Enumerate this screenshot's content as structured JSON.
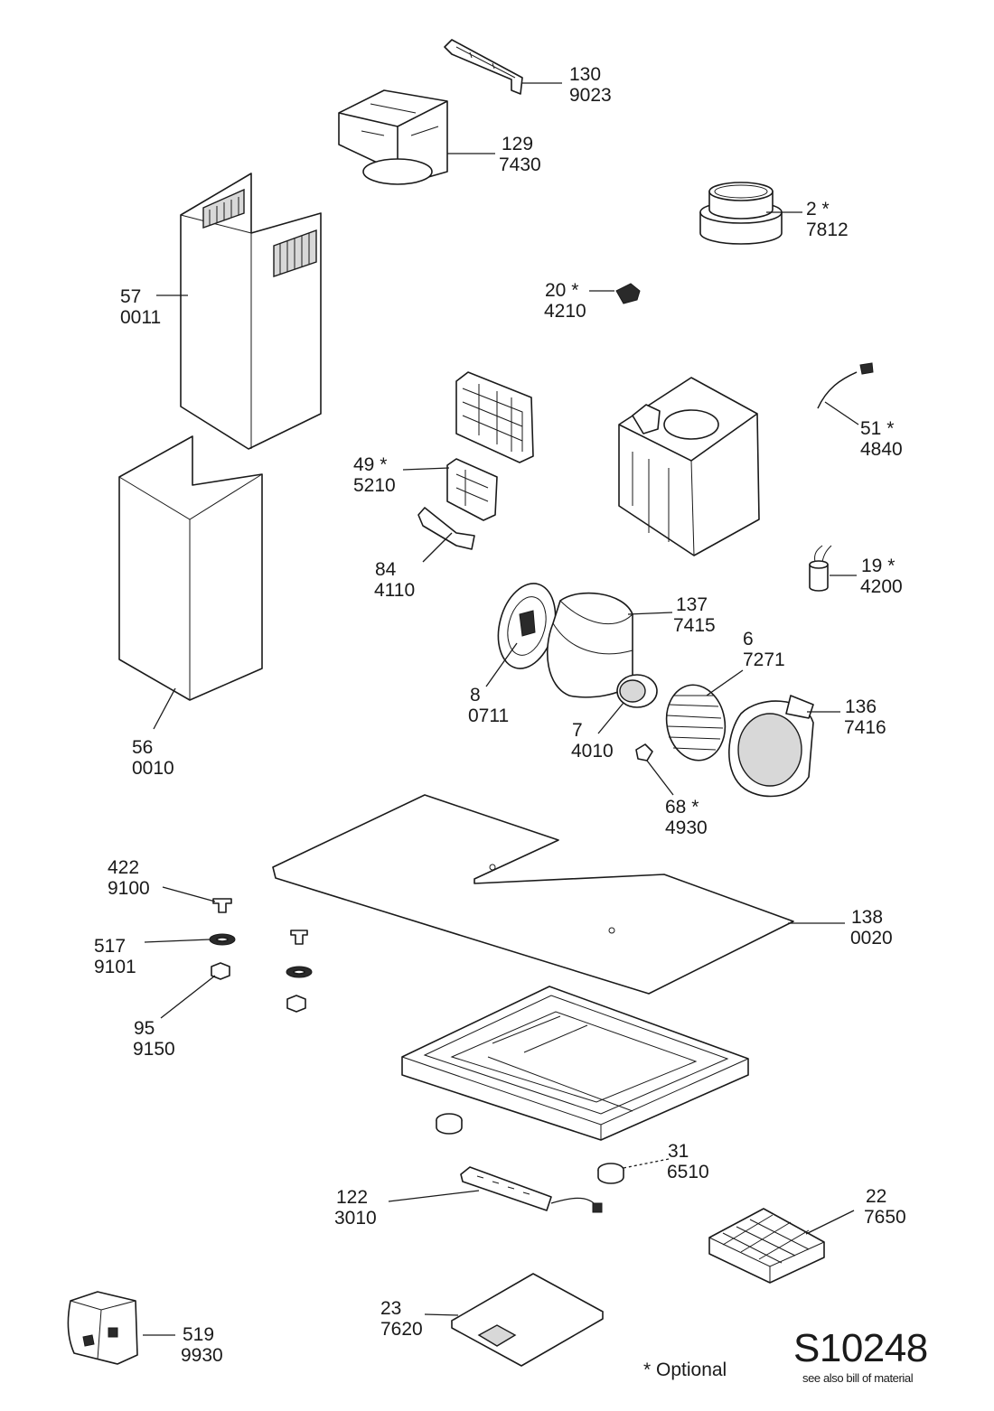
{
  "parts": [
    {
      "pos": "130",
      "code": "9023"
    },
    {
      "pos": "129",
      "code": "7430"
    },
    {
      "pos": "2 *",
      "code": "7812"
    },
    {
      "pos": "57",
      "code": "0011"
    },
    {
      "pos": "20 *",
      "code": "4210"
    },
    {
      "pos": "51 *",
      "code": "4840"
    },
    {
      "pos": "49 *",
      "code": "5210"
    },
    {
      "pos": "84",
      "code": "4110"
    },
    {
      "pos": "19 *",
      "code": "4200"
    },
    {
      "pos": "137",
      "code": "7415"
    },
    {
      "pos": "6",
      "code": "7271"
    },
    {
      "pos": "8",
      "code": "0711"
    },
    {
      "pos": "136",
      "code": "7416"
    },
    {
      "pos": "7",
      "code": "4010"
    },
    {
      "pos": "56",
      "code": "0010"
    },
    {
      "pos": "68 *",
      "code": "4930"
    },
    {
      "pos": "422",
      "code": "9100"
    },
    {
      "pos": "138",
      "code": "0020"
    },
    {
      "pos": "517",
      "code": "9101"
    },
    {
      "pos": "95",
      "code": "9150"
    },
    {
      "pos": "31",
      "code": "6510"
    },
    {
      "pos": "122",
      "code": "3010"
    },
    {
      "pos": "22",
      "code": "7650"
    },
    {
      "pos": "23",
      "code": "7620"
    },
    {
      "pos": "519",
      "code": "9930"
    }
  ],
  "footer": {
    "optional_note": "* Optional",
    "drawing_code": "S10248",
    "see_also": "see also bill of material"
  }
}
